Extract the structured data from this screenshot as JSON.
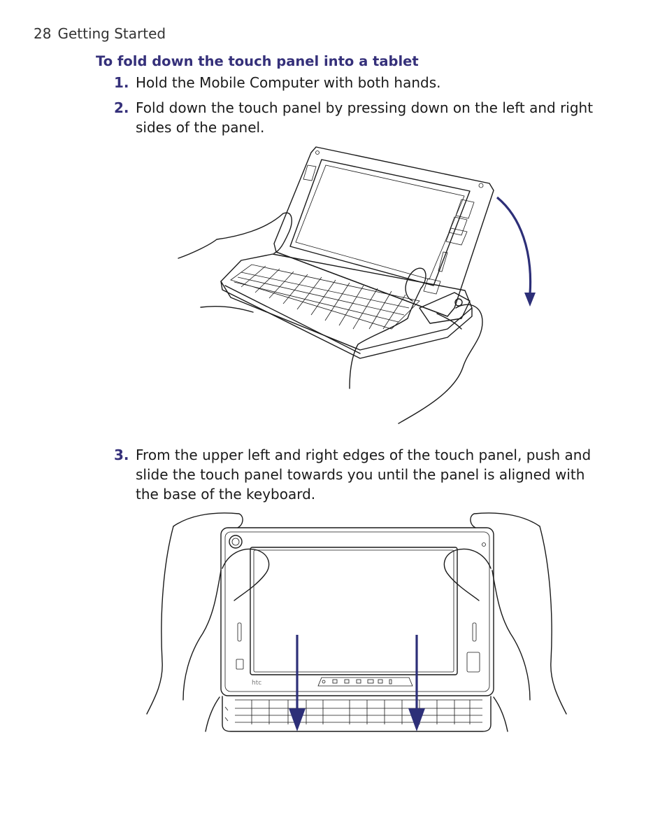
{
  "header": {
    "page_number": "28",
    "section": "Getting Started"
  },
  "title": "To fold down the touch panel into a tablet",
  "steps": [
    {
      "number": "1.",
      "text": "Hold the Mobile Computer with both hands."
    },
    {
      "number": "2.",
      "text": "Fold down the touch panel by pressing down on the left and right sides of the panel."
    },
    {
      "number": "3.",
      "text": "From the upper left and right edges of the touch panel, push and slide the touch panel towards you until the panel is aligned with the base of the keyboard."
    }
  ],
  "figure2": {
    "logo_text": "htc"
  },
  "colors": {
    "accent": "#35307a",
    "arrow": "#2d2f78"
  }
}
